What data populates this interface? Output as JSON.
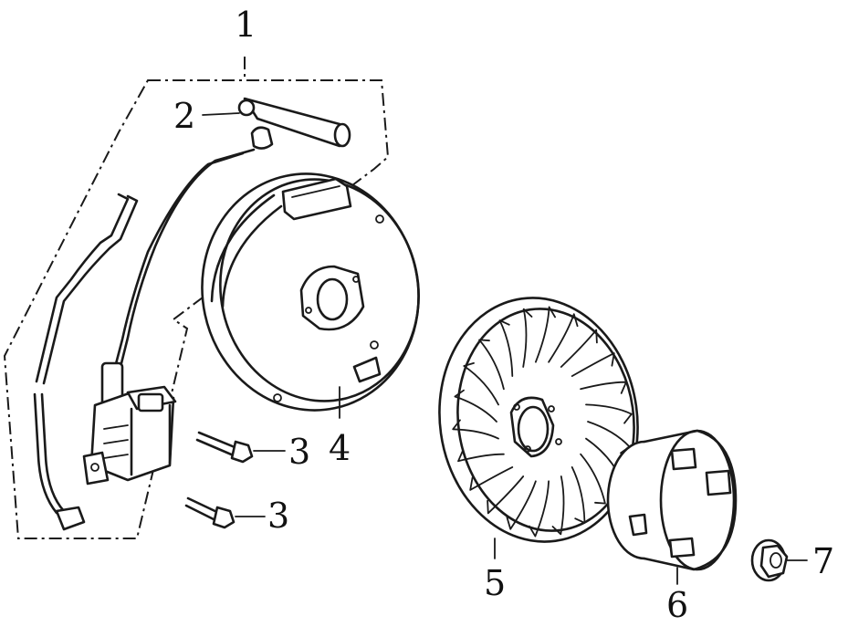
{
  "callouts": {
    "c1": "1",
    "c2": "2",
    "c3a": "3",
    "c3b": "3",
    "c4": "4",
    "c5": "5",
    "c6": "6",
    "c7": "7"
  },
  "colors": {
    "line": "#1a1a1a",
    "background": "#ffffff"
  }
}
